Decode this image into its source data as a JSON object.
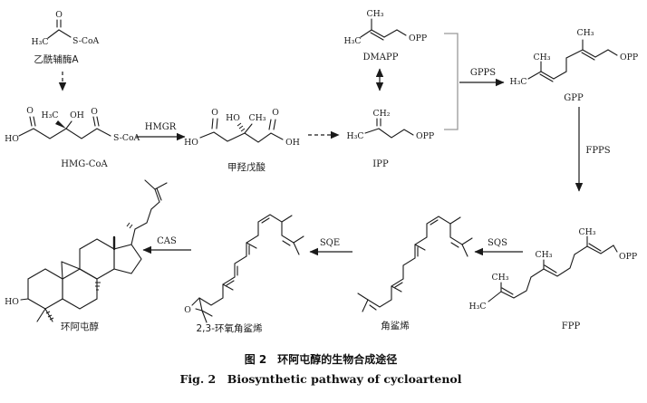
{
  "figure": {
    "caption_zh": "图 2　环阿屯醇的生物合成途径",
    "caption_en": "Fig. 2　Biosynthetic pathway of cycloartenol"
  },
  "enzymes": {
    "hmgr": "HMGR",
    "gpps": "GPPS",
    "fpps": "FPPS",
    "sqs": "SQS",
    "sqe": "SQE",
    "cas": "CAS"
  },
  "molecules": {
    "acetyl_coa": {
      "label": "乙酰辅酶A",
      "o": "O",
      "h3c": "H₃C",
      "s_coa": "S-CoA"
    },
    "hmg_coa": {
      "label": "HMG-CoA",
      "ho": "HO",
      "o1": "O",
      "h3c": "H₃C",
      "oh": "OH",
      "o2": "O",
      "s_coa": "S-CoA"
    },
    "mevalonate": {
      "label": "甲羟戊酸",
      "ho1": "HO",
      "o1": "O",
      "ho2": "HO",
      "ch3": "CH₃",
      "o2": "O",
      "oh": "OH"
    },
    "dmapp": {
      "label": "DMAPP",
      "ch3": "CH₃",
      "h3c": "H₃C",
      "opp": "OPP"
    },
    "ipp": {
      "label": "IPP",
      "ch2": "CH₂",
      "h3c": "H₃C",
      "opp": "OPP"
    },
    "gpp": {
      "label": "GPP",
      "ch3_top": "CH₃",
      "ch3_left": "CH₃",
      "h3c": "H₃C",
      "opp": "OPP"
    },
    "fpp": {
      "label": "FPP",
      "ch3_1": "CH₃",
      "ch3_2": "CH₃",
      "ch3_3": "CH₃",
      "h3c": "H₃C",
      "opp": "OPP"
    },
    "squalene": {
      "label": "角鲨烯"
    },
    "oxidosqualene": {
      "label": "2,3-环氧角鲨烯",
      "o": "O"
    },
    "cycloartenol": {
      "label": "环阿屯醇",
      "ho": "HO"
    }
  },
  "colors": {
    "line": "#1a1a1a",
    "bracket": "#999999",
    "background": "#ffffff"
  }
}
